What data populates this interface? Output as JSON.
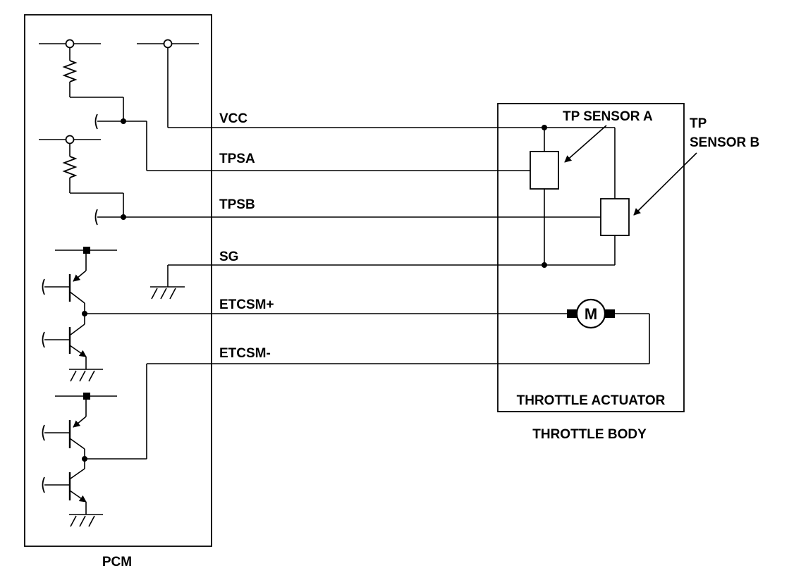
{
  "blocks": {
    "pcm": "PCM",
    "throttle_actuator": "THROTTLE ACTUATOR",
    "throttle_body": "THROTTLE BODY"
  },
  "sensors": {
    "tp_sensor_a": "TP SENSOR A",
    "tp_sensor_b_line1": "TP",
    "tp_sensor_b_line2": "SENSOR B"
  },
  "motor": {
    "symbol": "M"
  },
  "signals": {
    "vcc": "VCC",
    "tpsa": "TPSA",
    "tpsb": "TPSB",
    "sg": "SG",
    "etcsm_plus": "ETCSM+",
    "etcsm_minus": "ETCSM-"
  }
}
